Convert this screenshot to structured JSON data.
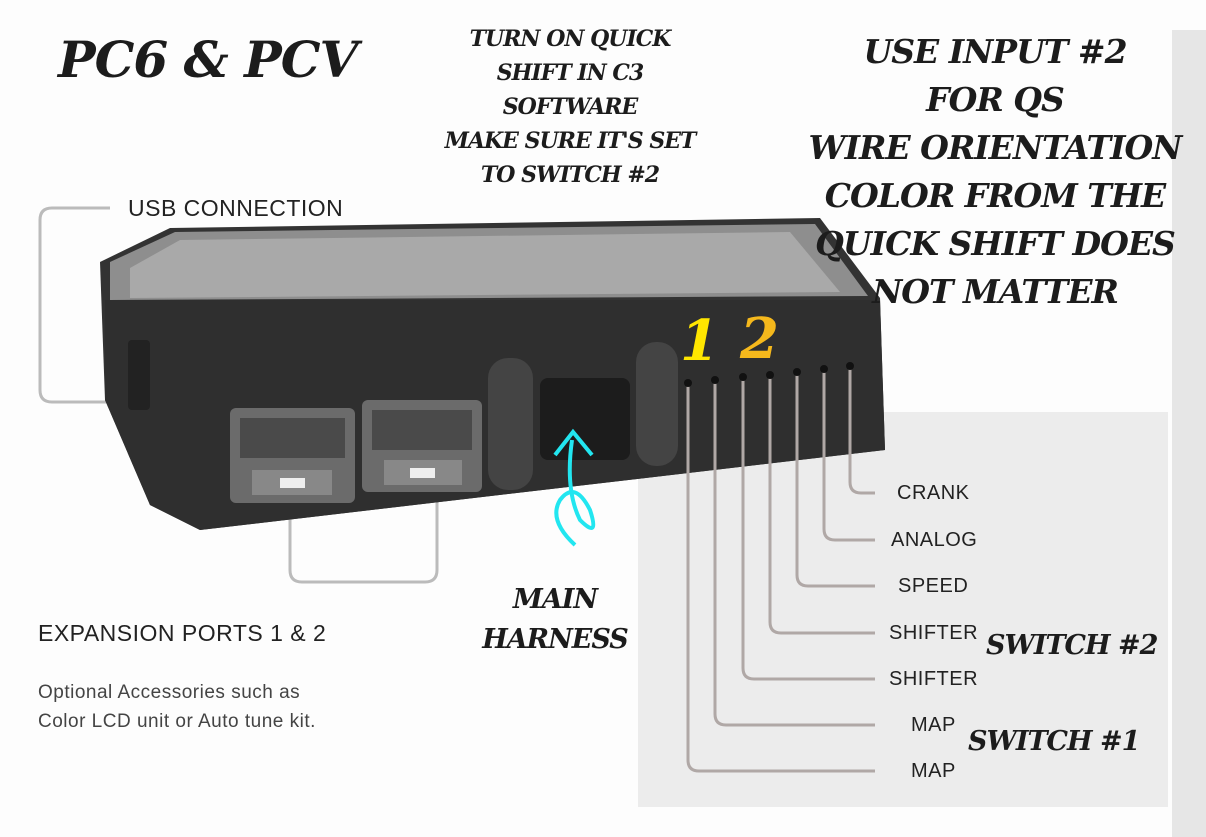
{
  "title": "PC6 & PCV",
  "notes": {
    "center": [
      "TURN ON QUICK",
      "SHIFT IN C3",
      "SOFTWARE",
      "MAKE SURE IT'S SET",
      "TO SWITCH #2"
    ],
    "right": [
      "USE INPUT #2",
      "FOR QS",
      "WIRE ORIENTATION",
      "COLOR FROM THE",
      "QUICK SHIFT DOES",
      "NOT MATTER"
    ],
    "main_harness": [
      "MAIN",
      "HARNESS"
    ],
    "switch2": "SWITCH #2",
    "switch1": "SWITCH #1"
  },
  "labels": {
    "usb": "USB CONNECTION",
    "expansion": "EXPANSION PORTS 1 & 2",
    "expansion_desc": [
      "Optional Accessories such as",
      "Color LCD unit or Auto tune kit."
    ]
  },
  "input_numbers": {
    "one": "1",
    "two": "2"
  },
  "pins": [
    "CRANK",
    "ANALOG",
    "SPEED",
    "SHIFTER",
    "SHIFTER",
    "MAP",
    "MAP"
  ],
  "colors": {
    "arrow": "#22e6f0",
    "num1": "#ffe600",
    "num2": "#f5b81c",
    "device": "#3a3a3a"
  }
}
